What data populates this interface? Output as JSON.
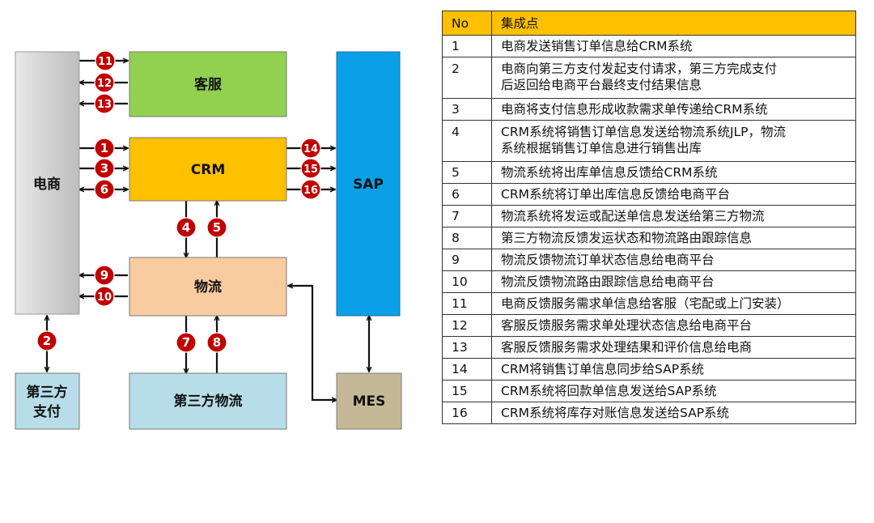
{
  "diagram": {
    "boxes": {
      "ecommerce": "电商",
      "customer_service": "客服",
      "crm": "CRM",
      "logistics": "物流",
      "third_party_logistics": "第三方物流",
      "sap": "SAP",
      "mes": "MES",
      "third_party_payment_line1": "第三方",
      "third_party_payment_line2": "支付"
    },
    "badges": [
      "1",
      "2",
      "3",
      "4",
      "5",
      "6",
      "7",
      "8",
      "9",
      "10",
      "11",
      "12",
      "13",
      "14",
      "15",
      "16"
    ],
    "colors": {
      "badge": "#c00000",
      "ecommerce_fill": "#d9d9d9",
      "customer_service_fill": "#92d050",
      "crm_fill": "#ffc000",
      "logistics_fill": "#f8cba0",
      "third_party_fill": "#b7dde8",
      "sap_fill": "#0aa0e8",
      "mes_fill": "#c4b896",
      "table_header": "#ffc000"
    }
  },
  "table": {
    "header": {
      "no": "No",
      "point": "集成点"
    },
    "rows": [
      {
        "no": "1",
        "text": "电商发送销售订单信息给CRM系统"
      },
      {
        "no": "2",
        "line1": "电商向第三方支付发起支付请求，第三方完成支付",
        "line2": "后返回给电商平台最终支付结果信息"
      },
      {
        "no": "3",
        "text": "电商将支付信息形成收款需求单传递给CRM系统"
      },
      {
        "no": "4",
        "line1": "CRM系统将销售订单信息发送给物流系统JLP，物流",
        "line2": "系统根据销售订单信息进行销售出库"
      },
      {
        "no": "5",
        "text": "物流系统将出库单信息反馈给CRM系统"
      },
      {
        "no": "6",
        "text": "CRM系统将订单出库信息反馈给电商平台"
      },
      {
        "no": "7",
        "text": "物流系统将发运或配送单信息发送给第三方物流"
      },
      {
        "no": "8",
        "text": "第三方物流反馈发运状态和物流路由跟踪信息"
      },
      {
        "no": "9",
        "text": "物流反馈物流订单状态信息给电商平台"
      },
      {
        "no": "10",
        "text": "物流反馈物流路由跟踪信息给电商平台"
      },
      {
        "no": "11",
        "text": "电商反馈服务需求单信息给客服（宅配或上门安装）"
      },
      {
        "no": "12",
        "text": "客服反馈服务需求单处理状态信息给电商平台"
      },
      {
        "no": "13",
        "text": "客服反馈服务需求处理结果和评价信息给电商"
      },
      {
        "no": "14",
        "text": "CRM将销售订单信息同步给SAP系统"
      },
      {
        "no": "15",
        "text": "CRM系统将回款单信息发送给SAP系统"
      },
      {
        "no": "16",
        "text": "CRM系统将库存对账信息发送给SAP系统"
      }
    ]
  }
}
